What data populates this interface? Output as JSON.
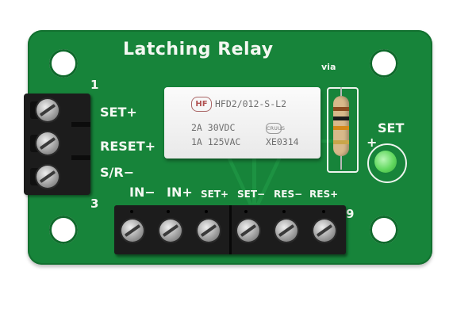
{
  "board": {
    "title": "Latching Relay",
    "via_label": "via",
    "led_label": "SET",
    "led_polarity": "+",
    "pin_first_label": "1",
    "pin_side_last_label": "3",
    "pin_bottom_last_label": "9",
    "side_terminals": [
      "SET+",
      "RESET+",
      "S/R−"
    ],
    "bottom_terminals": [
      "IN−",
      "IN+",
      "SET+",
      "SET−",
      "RES−",
      "RES+"
    ]
  },
  "relay": {
    "model": "HFD2/012-S-L2",
    "rating_line1": "2A  30VDC",
    "rating_line2": "1A  125VAC",
    "cert_mark": "cʀᴜus",
    "code": "XE0314",
    "logo": "HF"
  },
  "colors": {
    "pcb": "#17843a",
    "silkscreen": "#f4f8f2",
    "terminal_block": "#1c1c1c",
    "led": "#62d85f",
    "relay_body": "#f2f2f2"
  }
}
